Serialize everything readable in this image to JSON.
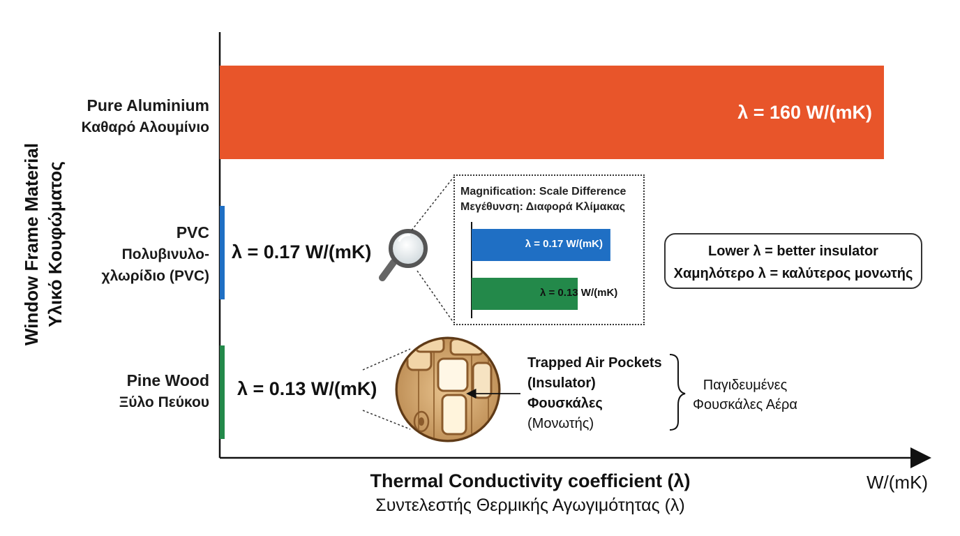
{
  "chart_data": {
    "type": "bar",
    "orientation": "horizontal",
    "categories": [
      {
        "en": "Pure Aluminium",
        "el": "Καθαρό Αλουμίνιο"
      },
      {
        "en": "PVC",
        "el_line1": "Πολυβινυλο-",
        "el_line2": "χλωρίδιο (PVC)"
      },
      {
        "en": "Pine Wood",
        "el": "Ξύλο Πεύκου"
      }
    ],
    "values": [
      160,
      0.17,
      0.13
    ],
    "value_labels": [
      "λ = 160 W/(mK)",
      "λ = 0.17 W/(mK)",
      "λ = 0.13 W/(mK)"
    ],
    "colors": [
      "#e8552a",
      "#1f6fc4",
      "#23894a"
    ],
    "xlim": [
      0,
      160
    ],
    "xlabel": "Thermal Conductivity coefficient (λ)",
    "xlabel_el": "Συντελεστής Θερμικής Αγωγιμότητας (λ)",
    "x_unit": "W/(mK)",
    "ylabel": "Window Frame Material",
    "ylabel_el": "Υλικό Κουφώματος",
    "inset": {
      "title": "Magnification: Scale Difference",
      "title_el": "Μεγέθυνση: Διαφορά Κλίμακας",
      "values": [
        0.17,
        0.13
      ],
      "labels": [
        "λ = 0.17 W/(mK)",
        "λ = 0.13 W/(mK)"
      ],
      "colors": [
        "#1f6fc4",
        "#23894a"
      ]
    },
    "note": {
      "line1": "Lower λ = better insulator",
      "line2": "Χαμηλότερο λ = καλύτερος μονωτής"
    },
    "wood_annotation": {
      "line1": "Trapped Air Pockets",
      "line2": "(Insulator)",
      "line3": "Φουσκάλες",
      "line4": "(Μονωτής)",
      "brace_line1": "Παγιδευμένες",
      "brace_line2": "Φουσκάλες Αέρα"
    }
  }
}
